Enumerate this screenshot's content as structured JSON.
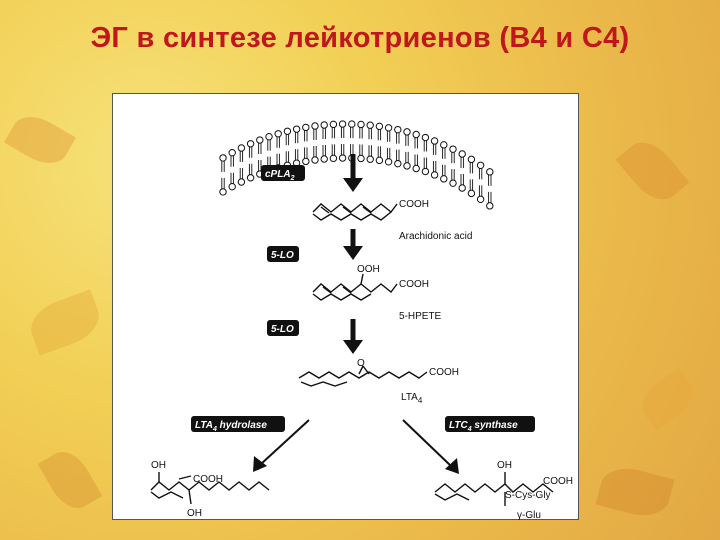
{
  "slide": {
    "title": "ЭГ в синтезе лейкотриенов (B4 и C4)"
  },
  "enzymes": {
    "cpla2": "cPLA",
    "cpla2_sub": "2",
    "lo1": "5-LO",
    "lo2": "5-LO",
    "lta4_hydrolase_pre": "LTA",
    "lta4_hydrolase_sub": "4",
    "lta4_hydrolase_post": " hydrolase",
    "ltc4_synthase_pre": "LTC",
    "ltc4_synthase_sub": "4",
    "ltc4_synthase_post": " synthase"
  },
  "compounds": {
    "arachidonic": {
      "name": "Arachidonic acid",
      "cooh": "COOH"
    },
    "hpete": {
      "name": "5-HPETE",
      "ooh": "OOH",
      "cooh": "COOH"
    },
    "lta4": {
      "name_pre": "LTA",
      "name_sub": "4",
      "o": "O",
      "cooh": "COOH"
    },
    "ltb4": {
      "oh_top": "OH",
      "oh_bottom": "OH",
      "cooh": "COOH"
    },
    "ltc4": {
      "oh": "OH",
      "cooh": "COOH",
      "s_cys_gly": "S-Cys-Gly",
      "glu": "γ-Glu"
    }
  },
  "colors": {
    "title": "#c0171c",
    "enzyme_box": "#111111",
    "arrow": "#111111"
  }
}
